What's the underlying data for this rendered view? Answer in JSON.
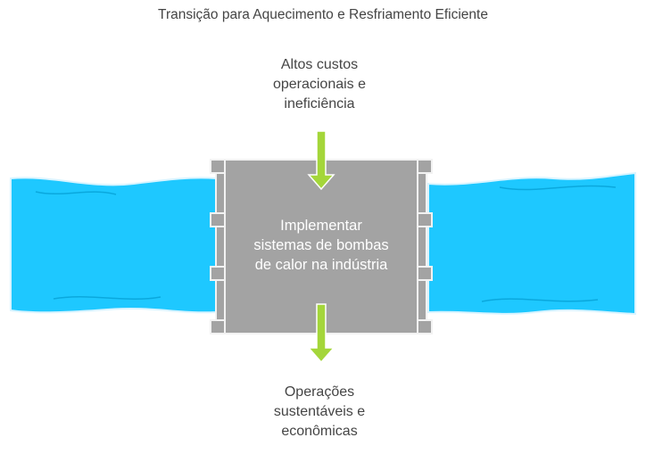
{
  "title": "Transição para Aquecimento e Resfriamento Eficiente",
  "input_label": [
    "Altos custos",
    "operacionais e",
    "ineficiência"
  ],
  "gate_label": [
    "Implementar",
    "sistemas de bombas",
    "de calor na indústria"
  ],
  "output_label": [
    "Operações",
    "sustentáveis e",
    "econômicas"
  ],
  "colors": {
    "water": "#1ec8ff",
    "gate": "#a3a3a3",
    "arrow": "#a4d63a",
    "text": "#454545"
  }
}
